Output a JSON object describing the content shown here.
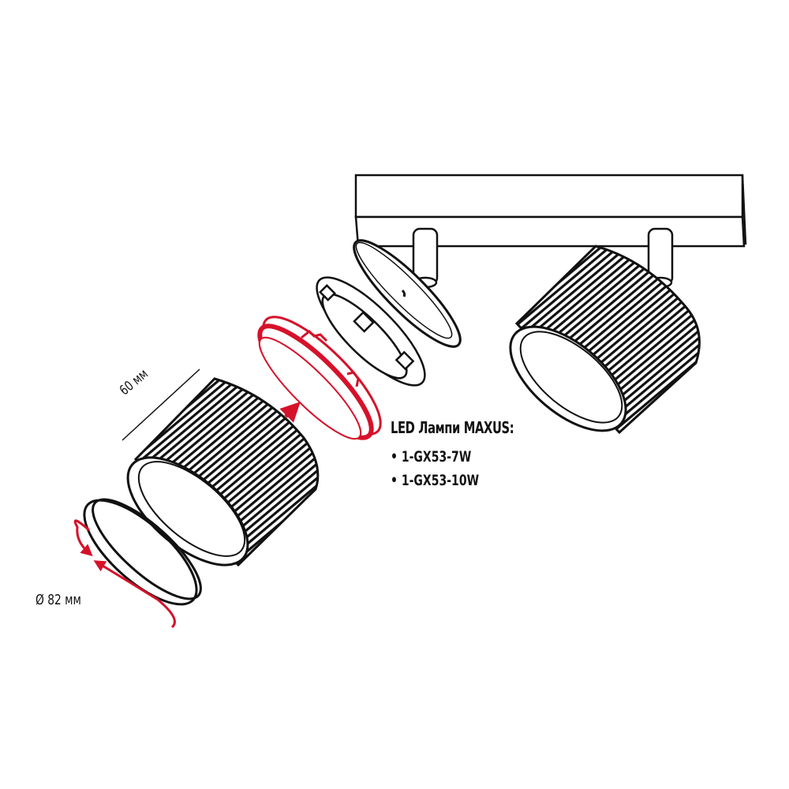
{
  "diagram": {
    "type": "exploded-product-view",
    "subject": "Twin spotlight ceiling fixture, GX53",
    "colors": {
      "line": "#111111",
      "accent": "#d6112a",
      "background": "#ffffff"
    },
    "labels": {
      "lamps_title": "LED Лампи MAXUS:",
      "lamps": [
        {
          "bullet": "•",
          "text": "1-GX53-7W"
        },
        {
          "bullet": "•",
          "text": "1-GX53-10W"
        }
      ],
      "dimension_length": "60 мм",
      "dimension_diameter": "Ø 82 мм"
    },
    "parts": [
      {
        "name": "mounting-bar",
        "label": ""
      },
      {
        "name": "swivel-post-left",
        "label": ""
      },
      {
        "name": "swivel-post-right",
        "label": ""
      },
      {
        "name": "mounting-disc",
        "label": ""
      },
      {
        "name": "gx53-socket",
        "label": ""
      },
      {
        "name": "gx53-led-lamp",
        "label": "",
        "highlight": "accent"
      },
      {
        "name": "ribbed-shade-exploded",
        "label": ""
      },
      {
        "name": "front-ring",
        "label": ""
      },
      {
        "name": "ribbed-shade-assembled",
        "label": ""
      }
    ],
    "annotations": [
      {
        "name": "insert-arrow",
        "color": "accent"
      },
      {
        "name": "rotate-arrows",
        "color": "accent"
      }
    ]
  }
}
